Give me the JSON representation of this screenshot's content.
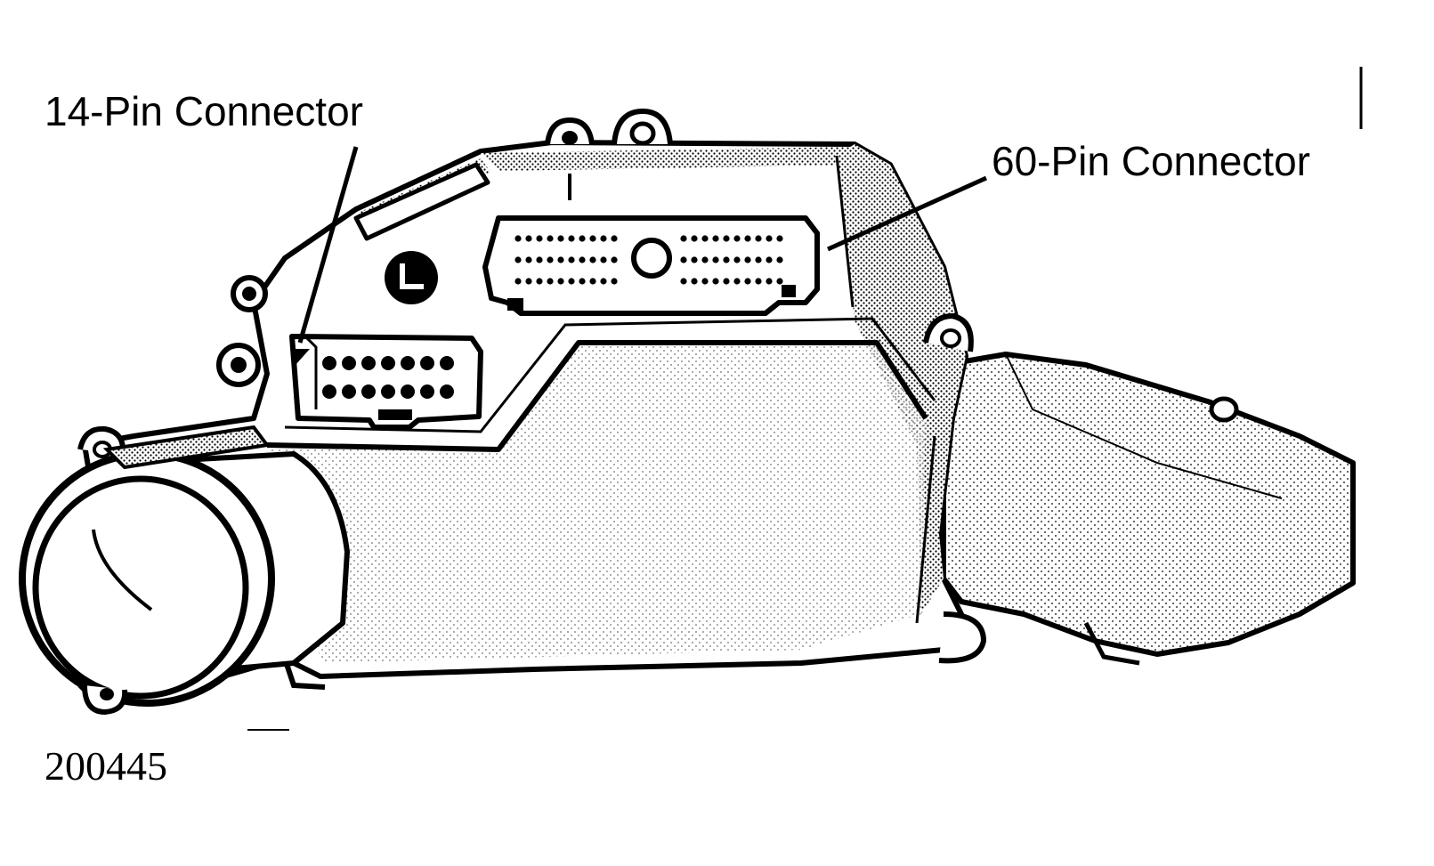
{
  "labels": {
    "pin14": "14-Pin Connector",
    "pin60": "60-Pin Connector"
  },
  "figure_number": "200445",
  "colors": {
    "ink": "#000000",
    "paper": "#ffffff"
  }
}
